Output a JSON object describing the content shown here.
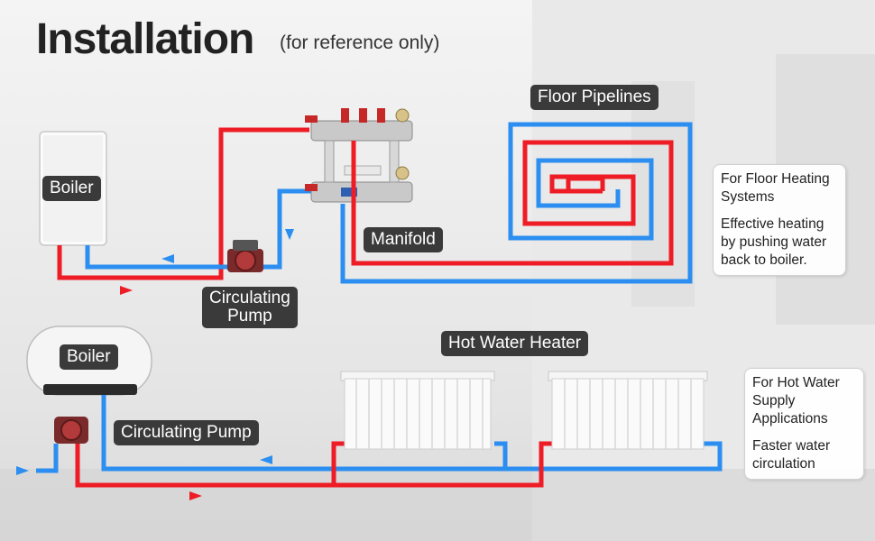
{
  "title": "Installation",
  "subtitle": "(for reference only)",
  "labels": {
    "boiler_top": "Boiler",
    "boiler_bottom": "Boiler",
    "floor_pipelines": "Floor Pipelines",
    "manifold": "Manifold",
    "circulating_pump_top": "Circulating\nPump",
    "circulating_pump_bottom": "Circulating Pump",
    "hot_water_heater": "Hot Water Heater"
  },
  "notes": {
    "floor": {
      "line1": "For Floor Heating Systems",
      "line2": "Effective heating by pushing water back to boiler."
    },
    "hot_water": {
      "line1": "For Hot Water Supply Applications",
      "line2": "Faster water circulation"
    }
  },
  "colors": {
    "hot_pipe": "#ee1c25",
    "cold_pipe": "#2b8ef0",
    "label_bg": "#3a3a3a"
  }
}
